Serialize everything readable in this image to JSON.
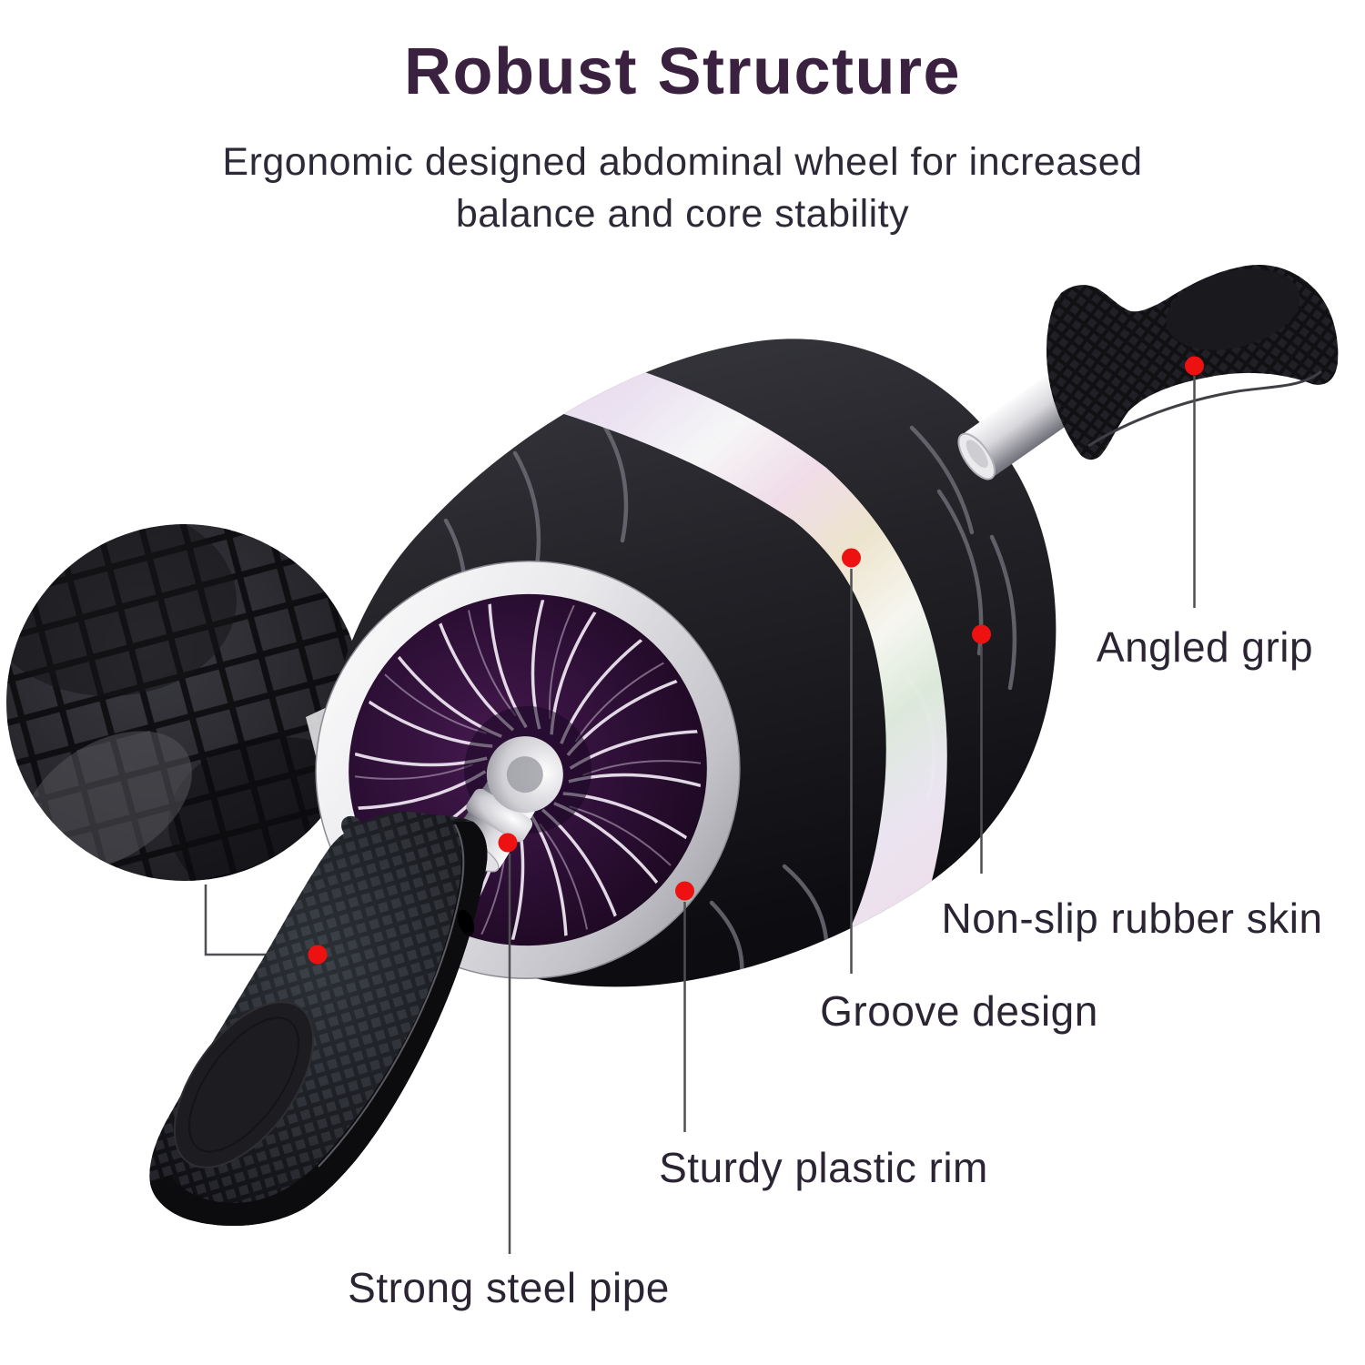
{
  "header": {
    "title": "Robust Structure",
    "subtitle": "Ergonomic designed abdominal wheel for increased\nbalance and core stability"
  },
  "callouts": {
    "angled_grip": {
      "label": "Angled grip"
    },
    "non_slip": {
      "label": "Non-slip rubber skin"
    },
    "groove": {
      "label": "Groove design"
    },
    "rim": {
      "label": "Sturdy plastic rim"
    },
    "pipe": {
      "label": "Strong steel pipe"
    }
  },
  "figure": {
    "description": "Exploded view of an ab roller wheel: barrel wheel with holographic stripe, purple turbine hub, steel axle pipes, two detachable rubber hand grips, magnified texture detail circle",
    "marker_icon": "red-dot"
  },
  "colors": {
    "title": "#3a2140",
    "label": "#2b2533",
    "marker_red": "#ee1111",
    "leader_gray": "#4f4f54",
    "rubber_black": "#1f1f24",
    "hub_purple": "#2b0e33"
  }
}
